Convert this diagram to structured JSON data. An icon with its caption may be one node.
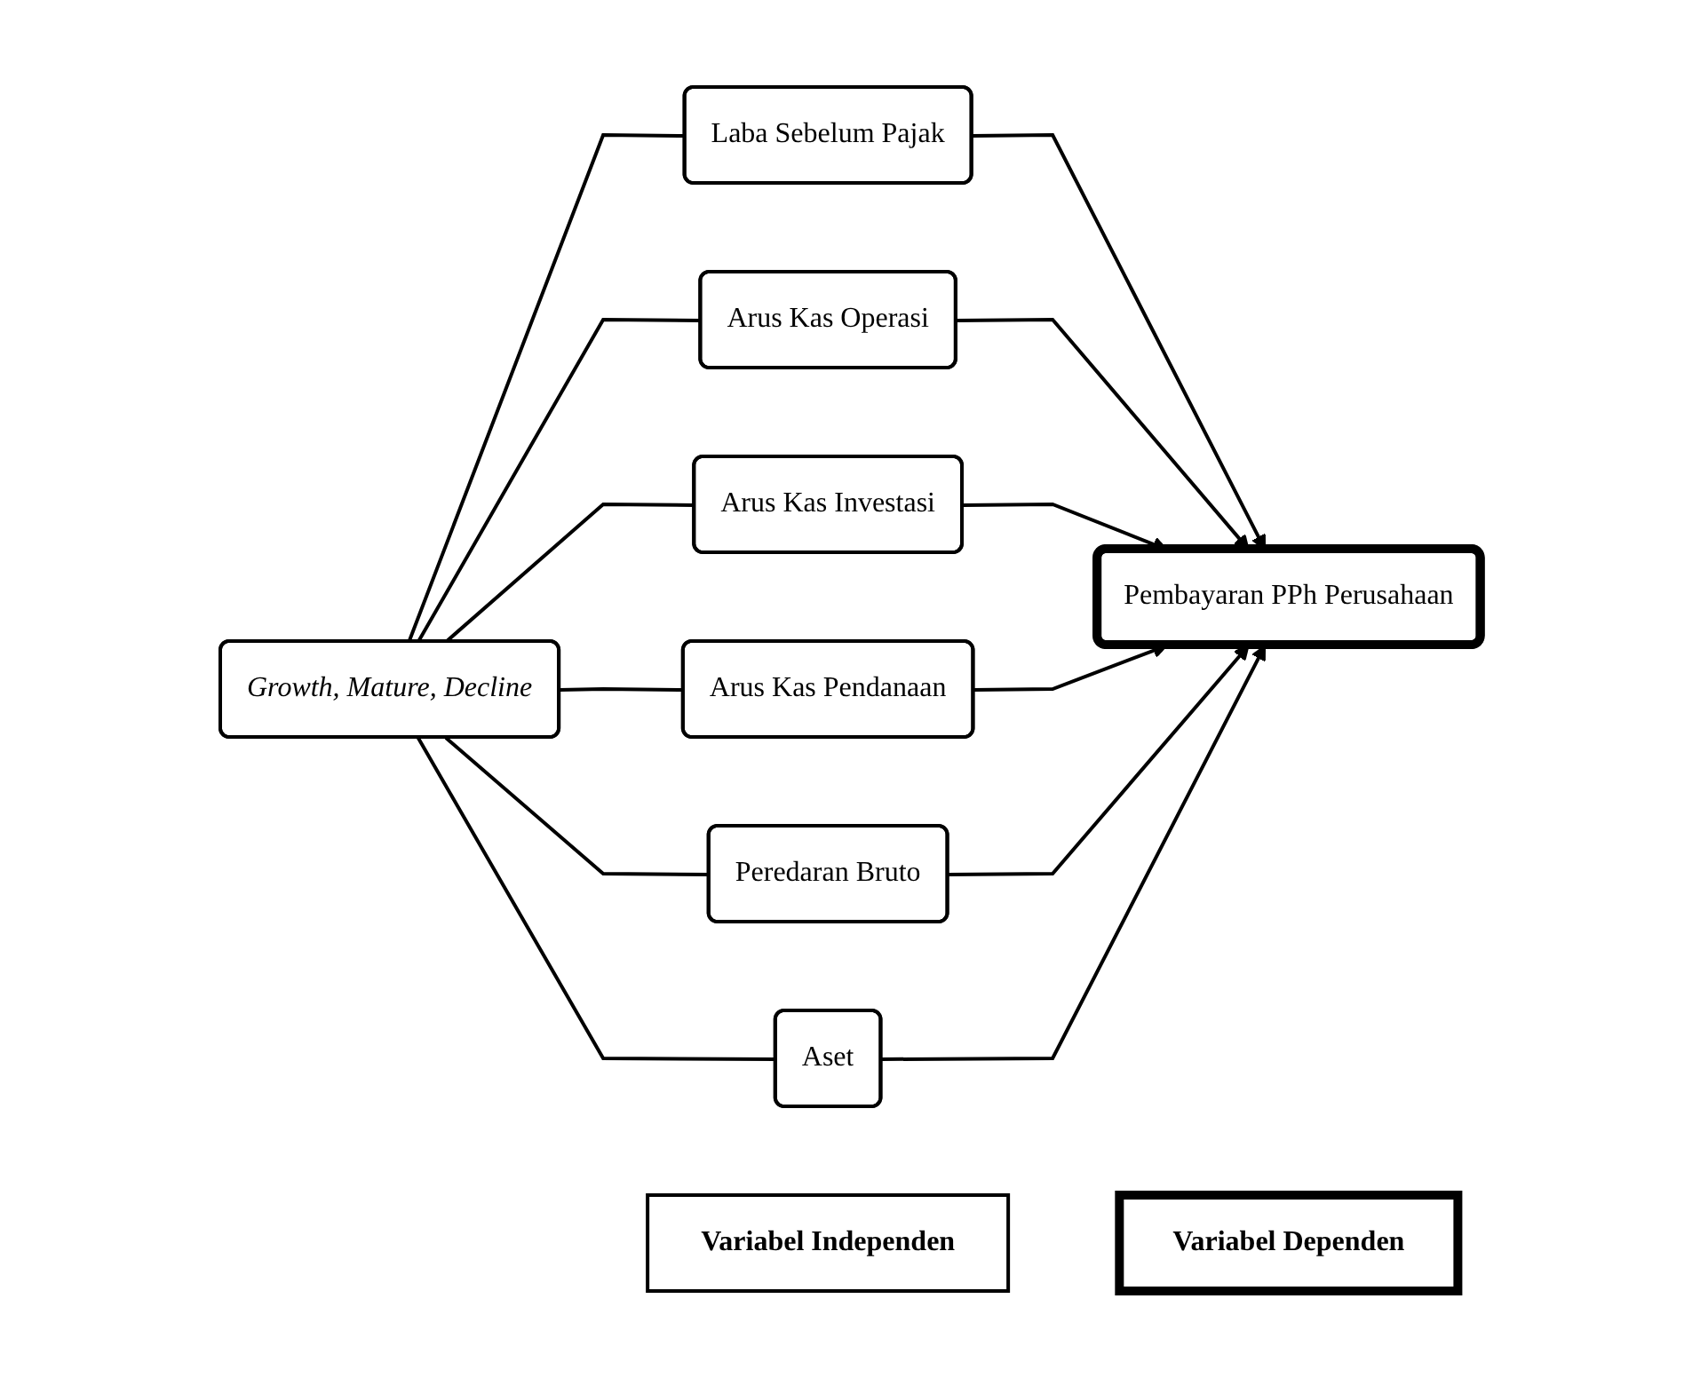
{
  "diagram": {
    "nodes": [
      {
        "text": [
          "Growth, Mature, Decline"
        ]
      },
      {
        "text": [
          "Laba Sebelum Pajak"
        ]
      },
      {
        "text": [
          "Arus Kas Operasi"
        ]
      },
      {
        "text": [
          "Arus Kas Investasi"
        ]
      },
      {
        "text": [
          "Arus Kas Pendanaan"
        ]
      },
      {
        "text": [
          "Peredaran Bruto"
        ]
      },
      {
        "text": [
          "Aset"
        ]
      },
      {
        "text": [
          "Pembayaran PPh Perusahaan"
        ]
      },
      {
        "text": [
          "Variabel Independen"
        ]
      },
      {
        "text": [
          "Variabel Dependen"
        ]
      }
    ],
    "edges": [
      {
        "from": 0,
        "to": 1,
        "arrow": "none"
      },
      {
        "from": 0,
        "to": 2,
        "arrow": "none"
      },
      {
        "from": 0,
        "to": 3,
        "arrow": "none"
      },
      {
        "from": 0,
        "to": 4,
        "arrow": "none"
      },
      {
        "from": 0,
        "to": 5,
        "arrow": "none"
      },
      {
        "from": 0,
        "to": 6,
        "arrow": "none"
      },
      {
        "from": 1,
        "to": 7,
        "arrow": "to"
      },
      {
        "from": 2,
        "to": 7,
        "arrow": "to"
      },
      {
        "from": 3,
        "to": 7,
        "arrow": "to"
      },
      {
        "from": 4,
        "to": 7,
        "arrow": "to"
      },
      {
        "from": 5,
        "to": 7,
        "arrow": "to"
      },
      {
        "from": 6,
        "to": 7,
        "arrow": "to"
      }
    ]
  }
}
